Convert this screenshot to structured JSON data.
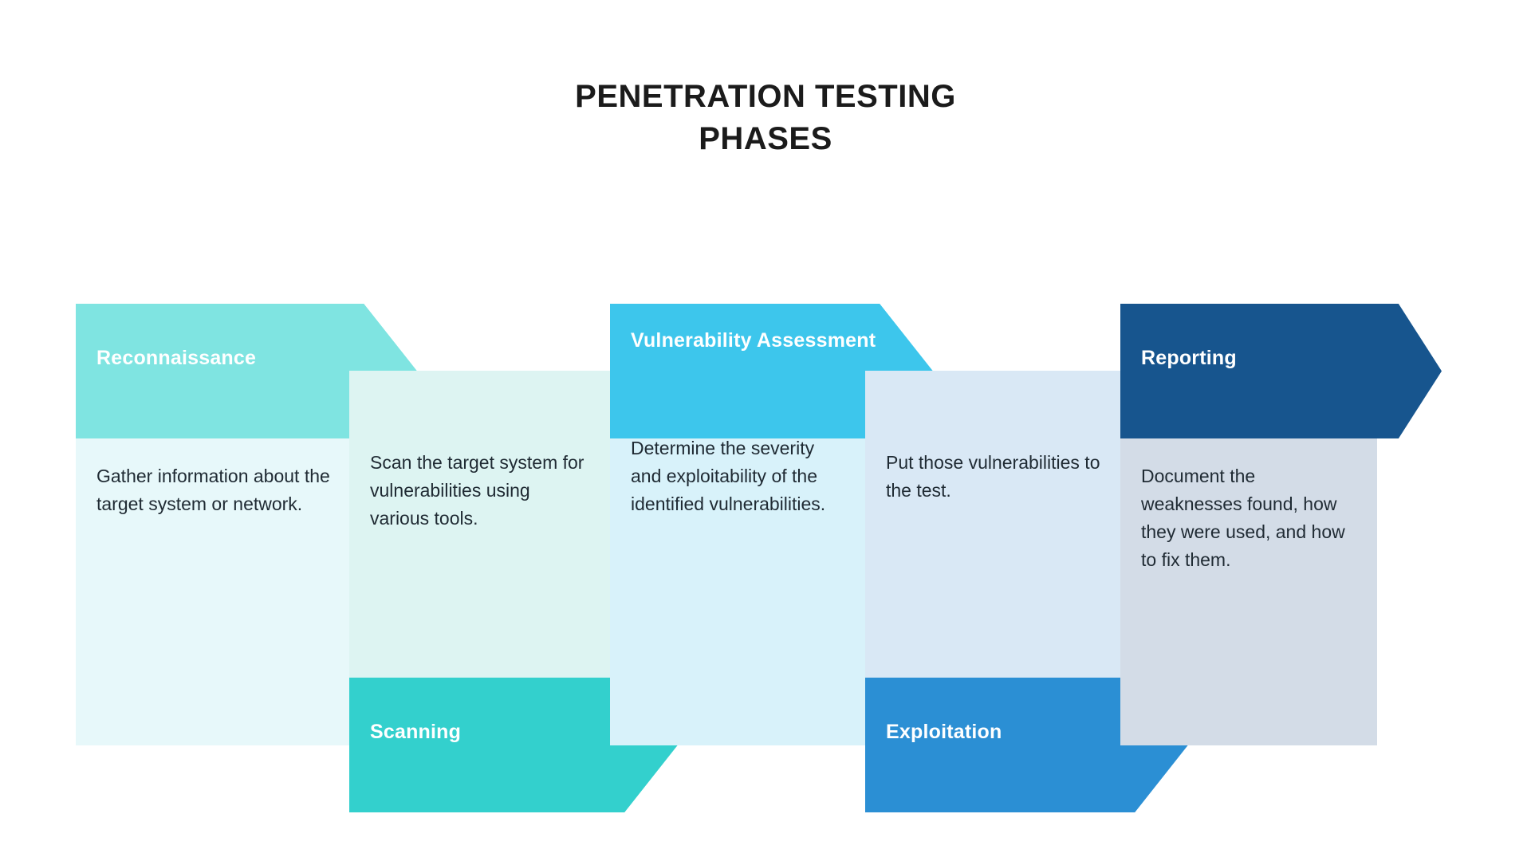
{
  "title": "PENETRATION TESTING\nPHASES",
  "palette": {
    "background": "#ffffff",
    "title_color": "#1b1b1b",
    "body_text_color": "#1f2a33",
    "label_color": "#ffffff"
  },
  "phases": [
    {
      "id": "reconnaissance",
      "index": 1,
      "label": "Reconnaissance",
      "description": "Gather information about the target system or network.",
      "arrow_position": "top",
      "arrow_color": "#7FE4E1",
      "body_color": "#E7F8FA"
    },
    {
      "id": "scanning",
      "index": 2,
      "label": "Scanning",
      "description": "Scan the target system for vulnerabilities using various tools.",
      "arrow_position": "bottom",
      "arrow_color": "#33D0CD",
      "body_color": "#DDF4F2"
    },
    {
      "id": "vulnerability-assessment",
      "index": 3,
      "label": "Vulnerability Assessment",
      "description": "Determine the severity and exploitability of the identified vulnerabilities.",
      "arrow_position": "top",
      "arrow_color": "#3DC6EC",
      "body_color": "#D8F2FA"
    },
    {
      "id": "exploitation",
      "index": 4,
      "label": "Exploitation",
      "description": "Put those vulnerabilities to the test.",
      "arrow_position": "bottom",
      "arrow_color": "#2B8FD4",
      "body_color": "#D9E8F5"
    },
    {
      "id": "reporting",
      "index": 5,
      "label": "Reporting",
      "description": "Document the weaknesses found, how they were used, and how to fix them.",
      "arrow_position": "top",
      "arrow_color": "#17558E",
      "body_color": "#D3DCE7"
    }
  ]
}
